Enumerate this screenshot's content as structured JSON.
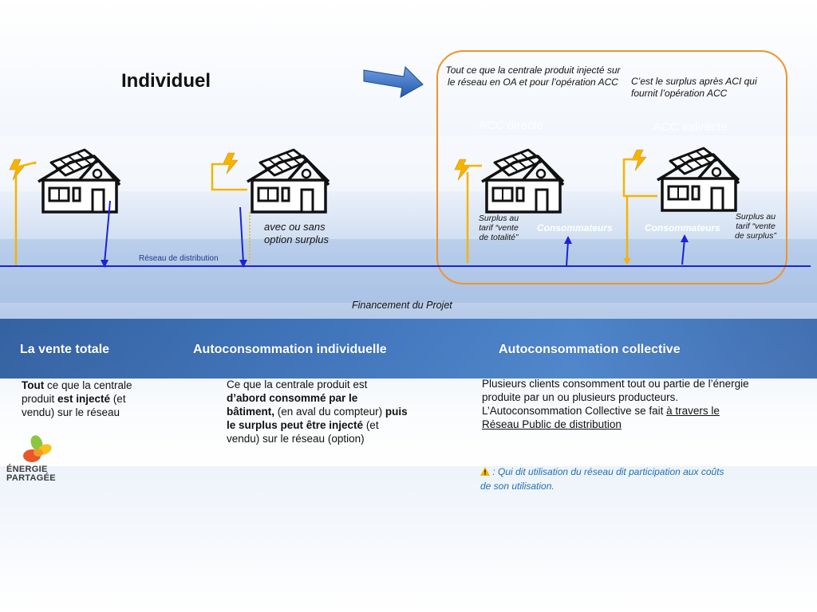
{
  "page_title": "Individuel",
  "top_notes": {
    "acc_injected": "Tout ce que la centrale produit injecté sur le réseau en OA et pour l’opération ACC",
    "acc_surplus": "C’est le surplus après ACI qui fournit l’opération ACC"
  },
  "diagram": {
    "acc_directe": "ACC directe",
    "acc_indirecte": "ACC indirecte",
    "option_text": "avec ou sans option surplus",
    "network_label": "Réseau de distribution",
    "surplus_totalite": [
      "Surplus au",
      "tarif “vente",
      "de totalité”"
    ],
    "surplus_surplus": [
      "Surplus au",
      "tarif “vente",
      "de surplus”"
    ],
    "consumer_1": "Consommateurs",
    "consumer_2": "Consommateurs",
    "financing": "Financement du Projet"
  },
  "sections": {
    "vente_totale": {
      "heading": "La vente totale",
      "b1": "Tout",
      "t1": " ce que la centrale produit ",
      "b2": "est injecté",
      "t2": " (et vendu) sur le réseau"
    },
    "auto_individuelle": {
      "heading": "Autoconsommation individuelle",
      "t1": "Ce que la centrale produit est ",
      "b1": "d’abord consommé par le bâtiment,",
      "t2": " (en aval du compteur) ",
      "b2": "puis le surplus peut être injecté",
      "t3": " (et vendu) sur le réseau (option)"
    },
    "auto_collective": {
      "heading": "Autoconsommation collective",
      "t1": "Plusieurs clients consomment tout ou partie de l’énergie produite par un ou plusieurs producteurs.",
      "t2": "L’Autoconsommation Collective se fait ",
      "u1": "à travers le Réseau Public de distribution"
    }
  },
  "warning": {
    "icon": "warning-icon",
    "text": " : Qui dit utilisation du réseau dit participation aux coûts de son utilisation."
  },
  "logo": {
    "line1": "ÉNERGIE",
    "line2": "PARTAGÉE"
  },
  "colors": {
    "accent_orange": "#f0932b",
    "solar_yellow": "#f4b400",
    "network_blue": "#1a22d6",
    "link_blue": "#1f6fb3"
  }
}
